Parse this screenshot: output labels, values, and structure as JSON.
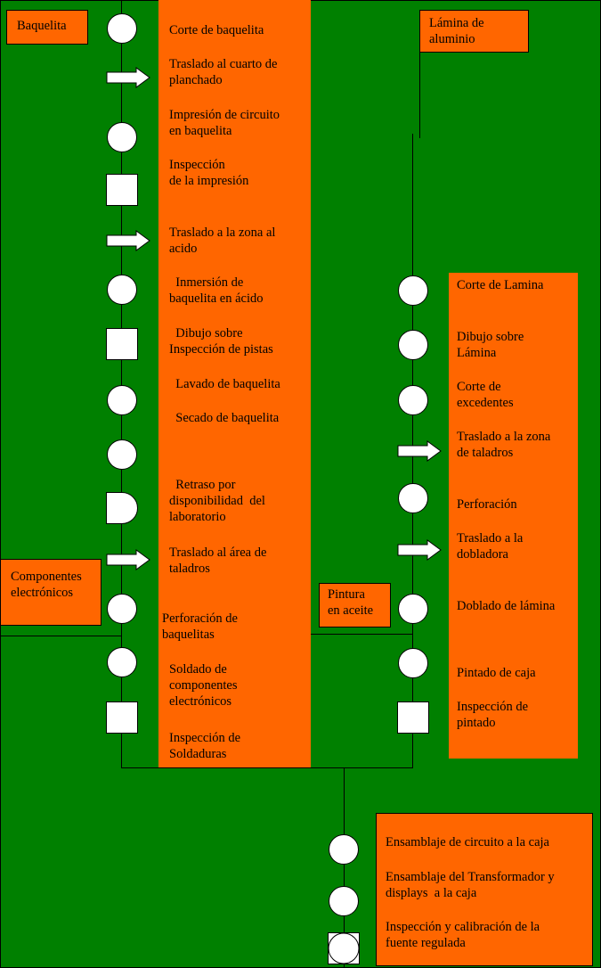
{
  "colors": {
    "background": "#008000",
    "label_box": "#FF6600",
    "symbol_fill": "#ffffff",
    "line": "#000000"
  },
  "inputs": {
    "baquelita": "Baquelita",
    "lamina": "Lámina de\naluminio",
    "componentes": "Componentes\nelectrónicos",
    "pintura": "Pintura\nen aceite"
  },
  "left_steps": [
    {
      "symbol": "operation-circle",
      "label": "Corte de baquelita"
    },
    {
      "symbol": "transport-arrow",
      "label": "Traslado al cuarto de\nplanchado"
    },
    {
      "symbol": "operation-circle",
      "label": "Impresión de circuito\nen baquelita"
    },
    {
      "symbol": "inspection-square",
      "label": "Inspección\nde la impresión"
    },
    {
      "symbol": "transport-arrow",
      "label": "Traslado a la zona al\nacido"
    },
    {
      "symbol": "operation-circle",
      "label": "  Inmersión de\nbaquelita en ácido"
    },
    {
      "symbol": "inspection-square",
      "label": "  Dibujo sobre\nInspección de pistas"
    },
    {
      "symbol": "operation-circle",
      "label": "  Lavado de baquelita"
    },
    {
      "symbol": "operation-circle",
      "label": "  Secado de baquelita"
    },
    {
      "symbol": "delay-d",
      "label": "  Retraso por\ndisponibilidad  del\nlaboratorio"
    },
    {
      "symbol": "transport-arrow",
      "label": "Traslado al área de\ntaladros"
    },
    {
      "symbol": "operation-circle",
      "label": "Perforación de\nbaquelitas"
    },
    {
      "symbol": "operation-circle",
      "label": "Soldado de\ncomponentes\nelectrónicos"
    },
    {
      "symbol": "inspection-square",
      "label": "Inspección de\nSoldaduras"
    }
  ],
  "right_steps": [
    {
      "symbol": "operation-circle",
      "label": "Corte de Lamina"
    },
    {
      "symbol": "operation-circle",
      "label": "Dibujo sobre\nLámina"
    },
    {
      "symbol": "operation-circle",
      "label": "Corte de\nexcedentes"
    },
    {
      "symbol": "transport-arrow",
      "label": "Traslado a la zona\nde taladros"
    },
    {
      "symbol": "operation-circle",
      "label": "Perforación"
    },
    {
      "symbol": "transport-arrow",
      "label": "Traslado a la\ndobladora"
    },
    {
      "symbol": "operation-circle",
      "label": "Doblado de lámina"
    },
    {
      "symbol": "operation-circle",
      "label": "Pintado de caja"
    },
    {
      "symbol": "inspection-square",
      "label": "Inspección de\npintado"
    }
  ],
  "final_steps": [
    {
      "symbol": "operation-circle",
      "label": "Ensamblaje de circuito a la caja"
    },
    {
      "symbol": "operation-circle",
      "label": "Ensamblaje del Transformador y\ndisplays  a la caja"
    },
    {
      "symbol": "combined-operation-inspection",
      "label": "Inspección y calibración de la\nfuente regulada"
    }
  ]
}
